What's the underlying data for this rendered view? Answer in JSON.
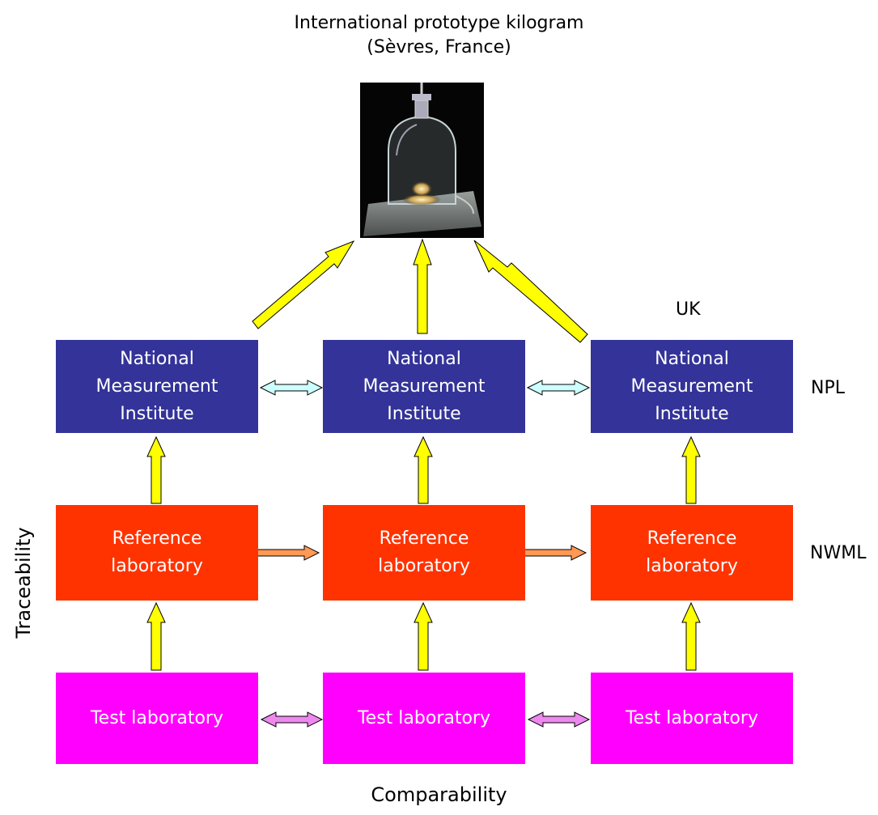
{
  "title": {
    "line1": "International prototype kilogram",
    "line2": "(Sèvres, France)"
  },
  "image": {
    "subject": "kilogram-prototype-bell-jar-photo"
  },
  "rows": {
    "nmi": {
      "label": "National\nMeasurement\nInstitute",
      "color": "#333399"
    },
    "reference": {
      "label": "Reference\nlaboratory",
      "color": "#ff3300"
    },
    "test": {
      "label": "Test laboratory",
      "color": "#ff00ff"
    }
  },
  "side_labels": {
    "uk": "UK",
    "npl": "NPL",
    "nwml": "NWML"
  },
  "axis_labels": {
    "vertical": "Traceability",
    "horizontal": "Comparability"
  },
  "arrow_colors": {
    "traceability": "#ffff00",
    "nmi_comparison": "#ccffff",
    "reference_comparison": "#ff9955",
    "test_comparison": "#ee88ee"
  }
}
